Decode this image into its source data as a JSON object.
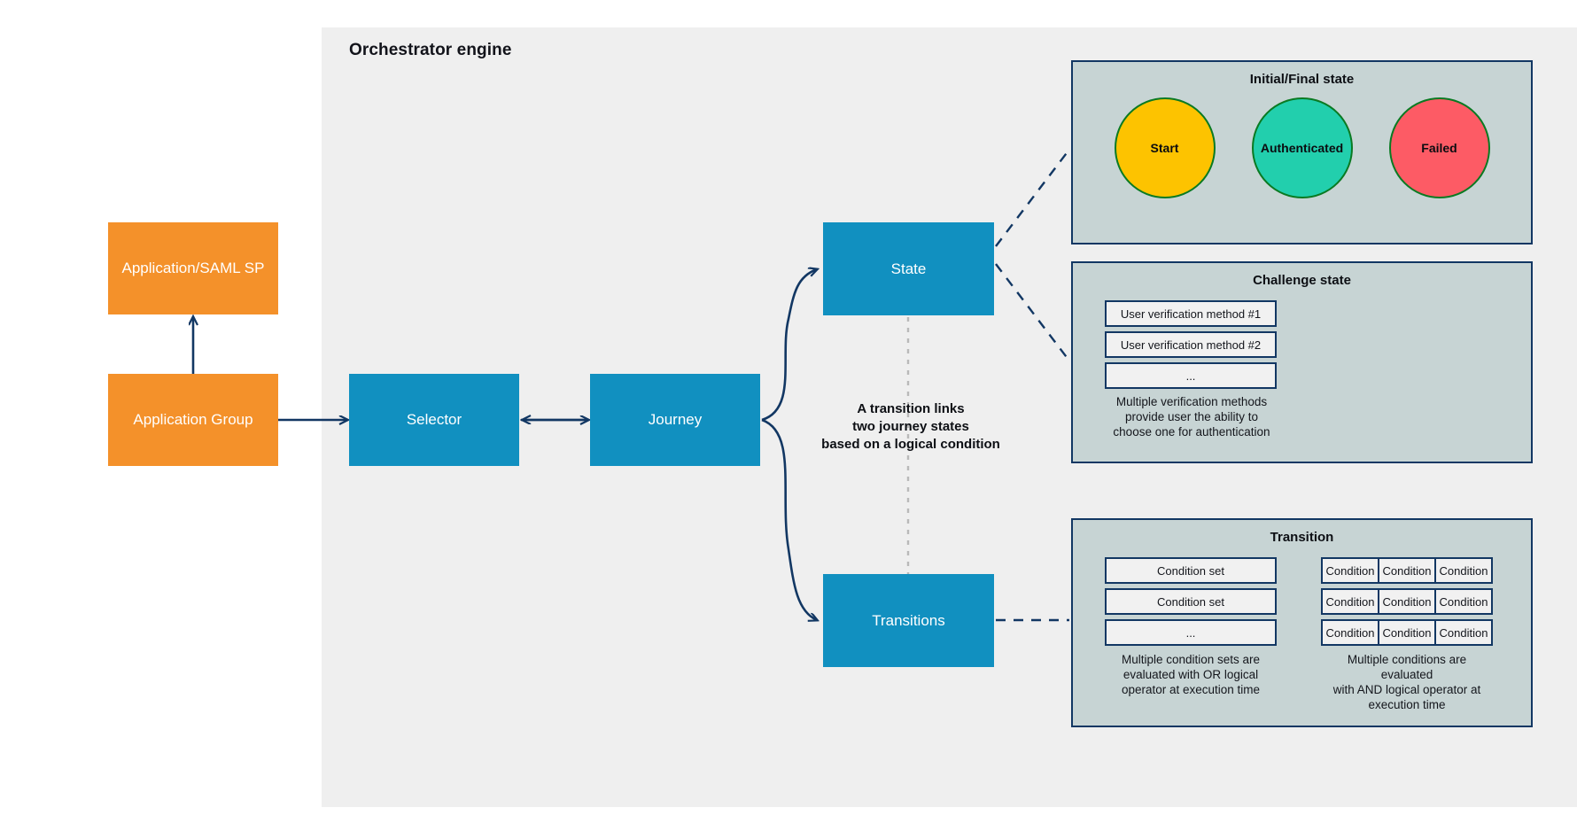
{
  "diagram": {
    "title": "Orchestrator engine",
    "background_color": "#efefef",
    "page_background": "#ffffff"
  },
  "colors": {
    "orange_node": "#f4912a",
    "blue_node": "#1190c0",
    "panel_fill": "#c7d4d4",
    "panel_border": "#123763",
    "connector": "#123763",
    "circle_border": "#0a7a22",
    "start_fill": "#fdc300",
    "authenticated_fill": "#22cfad",
    "failed_fill": "#fd5b65"
  },
  "nodes": {
    "application_saml_sp": "Application/SAML SP",
    "application_group": "Application Group",
    "selector": "Selector",
    "journey": "Journey",
    "state": "State",
    "transitions": "Transitions"
  },
  "annotation": {
    "line1": "A transition links",
    "line2": "two journey states",
    "line3": "based on a logical condition"
  },
  "panels": {
    "initial_final": {
      "title": "Initial/Final state",
      "circles": [
        {
          "label": "Start",
          "fill": "#fdc300"
        },
        {
          "label": "Authenticated",
          "fill": "#22cfad"
        },
        {
          "label": "Failed",
          "fill": "#fd5b65"
        }
      ]
    },
    "challenge_state": {
      "title": "Challenge state",
      "methods": [
        "User verification method #1",
        "User verification method #2",
        "..."
      ],
      "note_line1": "Multiple verification methods",
      "note_line2": "provide user the ability to",
      "note_line3": "choose one for authentication"
    },
    "transition": {
      "title": "Transition",
      "condition_sets": [
        "Condition set",
        "Condition set",
        "..."
      ],
      "condition_grid": [
        [
          "Condition",
          "Condition",
          "Condition"
        ],
        [
          "Condition",
          "Condition",
          "Condition"
        ],
        [
          "Condition",
          "Condition",
          "Condition"
        ]
      ],
      "left_note_line1": "Multiple condition sets are",
      "left_note_line2": "evaluated with OR logical",
      "left_note_line3": "operator at execution time",
      "right_note_line1": "Multiple conditions are evaluated",
      "right_note_line2": "with AND logical operator at",
      "right_note_line3": "execution time"
    }
  }
}
